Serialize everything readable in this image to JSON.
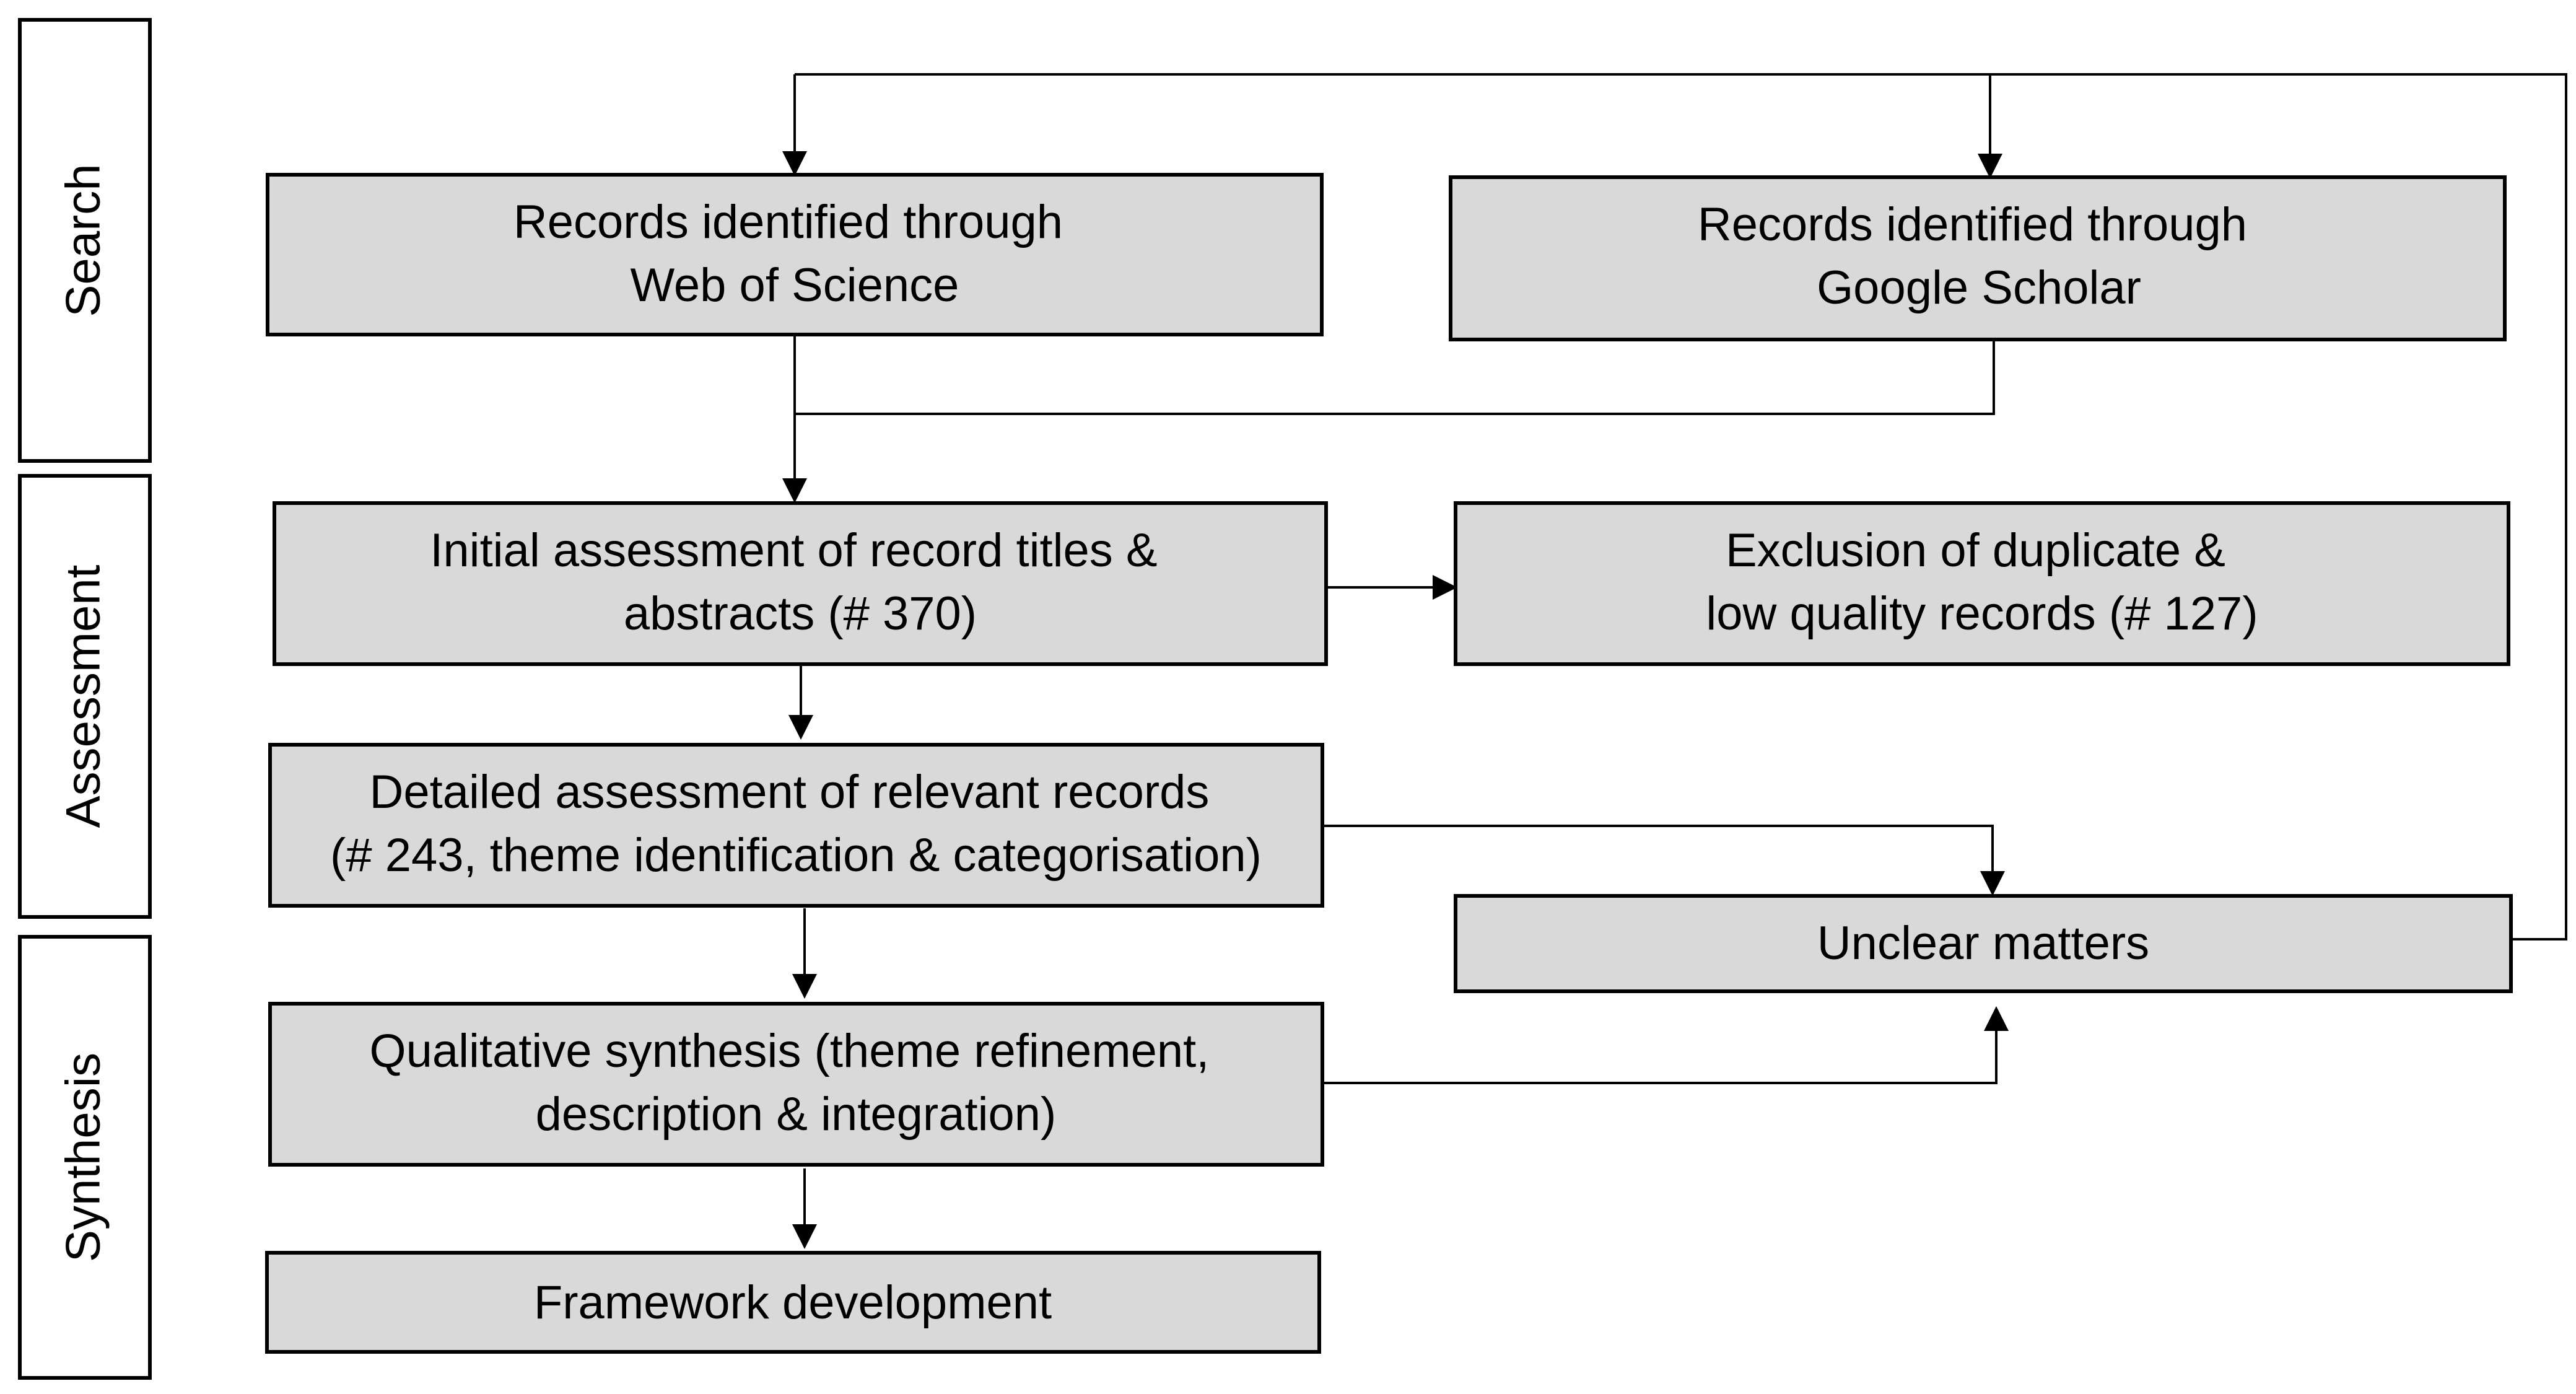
{
  "stages": {
    "search": "Search",
    "assessment": "Assessment",
    "synthesis": "Synthesis"
  },
  "boxes": {
    "web_of_science": [
      "Records identified through",
      "Web of Science"
    ],
    "google_scholar": [
      "Records identified through",
      "Google Scholar"
    ],
    "initial_assessment": [
      "Initial assessment of record titles &",
      "abstracts (# 370)"
    ],
    "exclusion": [
      "Exclusion of duplicate &",
      "low quality records (# 127)"
    ],
    "detailed_assessment": [
      "Detailed assessment of relevant records",
      "(# 243, theme identification & categorisation)"
    ],
    "unclear_matters": [
      "Unclear matters"
    ],
    "qualitative_synthesis": [
      "Qualitative synthesis (theme refinement,",
      "description & integration)"
    ],
    "framework_development": [
      "Framework development"
    ]
  },
  "colors": {
    "box_fill": "#d9d9d9",
    "stroke": "#000000",
    "background": "#ffffff"
  }
}
